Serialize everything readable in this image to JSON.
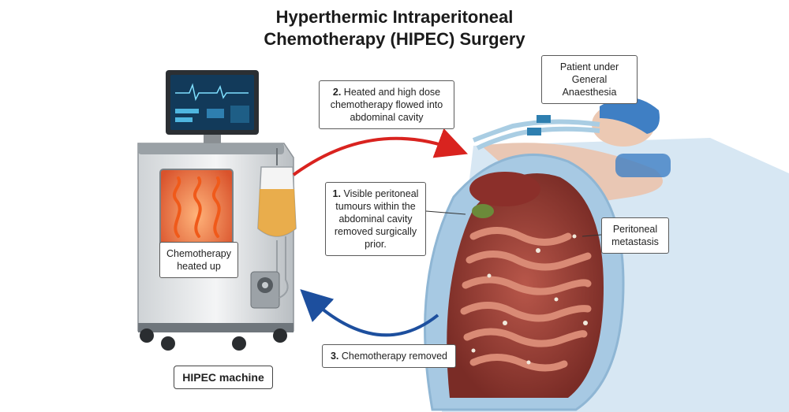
{
  "title_line1": "Hyperthermic Intraperitoneal",
  "title_line2": "Chemotherapy (HIPEC) Surgery",
  "callouts": {
    "patient": "Patient under General Anaesthesia",
    "step2_num": "2.",
    "step2_text": "Heated and high dose chemotherapy flowed into abdominal cavity",
    "step1_num": "1.",
    "step1_text": "Visible peritoneal tumours within the abdominal cavity removed surgically prior.",
    "metastasis": "Peritoneal metastasis",
    "heated": "Chemotherapy heated up",
    "step3_num": "3.",
    "step3_text": "Chemotherapy removed",
    "machine": "HIPEC machine"
  },
  "colors": {
    "inflow_arrow": "#d9231f",
    "outflow_arrow": "#1d4f9e",
    "heat_flames": "#f05a1a",
    "chemo_fluid": "#e8a53a",
    "drape": "#bcd7ea",
    "tissue": "#c86a5a"
  },
  "icons": [
    "monitor-icon",
    "iv-bag-icon",
    "pump-icon",
    "flame-icon",
    "breathing-tube-icon"
  ]
}
